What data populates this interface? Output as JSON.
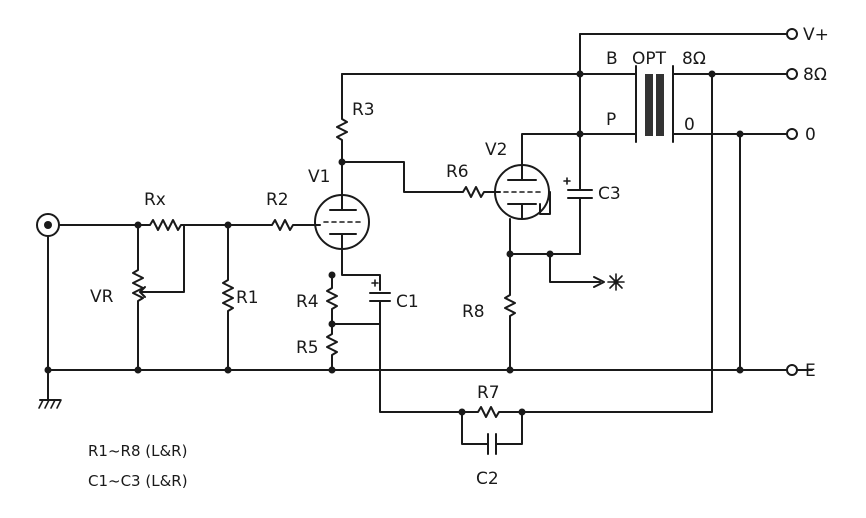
{
  "terminals": {
    "vplus": "V+",
    "out8": "8Ω",
    "out0": "0",
    "earth": "E"
  },
  "transformer": {
    "name": "OPT",
    "pin_b": "B",
    "pin_p": "P",
    "pin_8": "8Ω",
    "pin_0": "0"
  },
  "tubes": {
    "v1": "V1",
    "v2": "V2"
  },
  "resistors": {
    "rx": "Rx",
    "vr": "VR",
    "r1": "R1",
    "r2": "R2",
    "r3": "R3",
    "r4": "R4",
    "r5": "R5",
    "r6": "R6",
    "r7": "R7",
    "r8": "R8"
  },
  "capacitors": {
    "c1": "C1",
    "c2": "C2",
    "c3": "C3"
  },
  "notes": {
    "line1": "R1~R8 (L&R)",
    "line2": "C1~C3 (L&R)"
  }
}
